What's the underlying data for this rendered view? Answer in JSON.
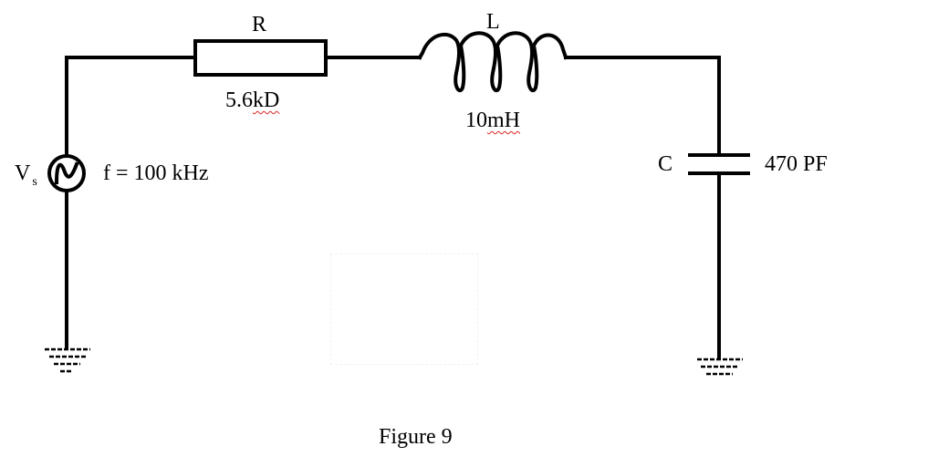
{
  "figure": {
    "caption": "Figure 9",
    "type": "series RLC circuit schematic"
  },
  "components": {
    "source": {
      "symbol": "V",
      "subscript": "s",
      "frequency_label": "f = 100 kHz",
      "icon": "ac-source-icon"
    },
    "resistor": {
      "label": "R",
      "value_prefix": "5.6",
      "value_unit": "kD"
    },
    "inductor": {
      "label": "L",
      "value_prefix": "10",
      "value_unit": "mH"
    },
    "capacitor": {
      "label": "C",
      "value": "470 PF"
    },
    "grounds": [
      "left-ground",
      "right-ground"
    ]
  },
  "colors": {
    "line": "#000000",
    "background": "#ffffff",
    "spellcheck_underline": "#dd2222"
  }
}
